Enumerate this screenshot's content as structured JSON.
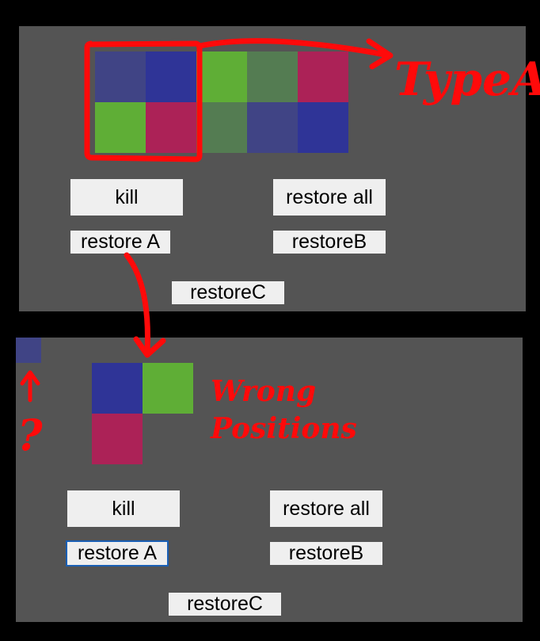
{
  "colors": {
    "background": "#000000",
    "panel": "#545454",
    "slate_blue": "#404485",
    "royal_blue": "#2f3497",
    "green": "#5fae36",
    "sage_green": "#547c52",
    "crimson": "#ac2257",
    "annotation_red": "#ff0a0a",
    "button_face": "#efefef"
  },
  "top_panel": {
    "grid": {
      "rows": [
        [
          "slate_blue",
          "royal_blue",
          "green",
          "sage_green",
          "crimson"
        ],
        [
          "green",
          "crimson",
          "sage_green",
          "slate_blue",
          "royal_blue"
        ]
      ]
    },
    "buttons": {
      "kill": "kill",
      "restore_all": "restore all",
      "restore_a": "restore A",
      "restore_b": "restoreB",
      "restore_c": "restoreC"
    }
  },
  "bottom_panel": {
    "stray_tile": "slate_blue",
    "grid": {
      "rows": [
        [
          "royal_blue",
          "green"
        ],
        [
          "crimson",
          null
        ]
      ]
    },
    "focused_button": "restore A",
    "buttons": {
      "kill": "kill",
      "restore_all": "restore all",
      "restore_a": "restore A",
      "restore_b": "restoreB",
      "restore_c": "restoreC"
    }
  },
  "annotations": {
    "type_label": "TypeA",
    "wrong_label_line1": "Wrong",
    "wrong_label_line2": "Positions",
    "question_mark": "?"
  }
}
